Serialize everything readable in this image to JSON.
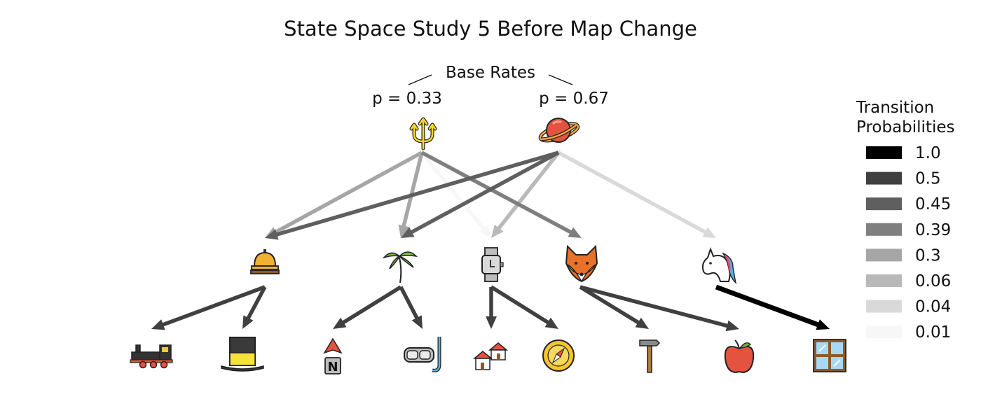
{
  "title": "State Space Study 5 Before Map Change",
  "base_rates": {
    "label": "Base Rates",
    "left_label": "p = 0.33",
    "right_label": "p = 0.67"
  },
  "legend": {
    "title_line1": "Transition",
    "title_line2": "Probabilities",
    "entries": [
      {
        "label": "1.0",
        "color": "#000000"
      },
      {
        "label": "0.5",
        "color": "#404040"
      },
      {
        "label": "0.45",
        "color": "#5f5f5f"
      },
      {
        "label": "0.39",
        "color": "#7f7f7f"
      },
      {
        "label": "0.3",
        "color": "#a6a6a6"
      },
      {
        "label": "0.06",
        "color": "#b9b9b9"
      },
      {
        "label": "0.04",
        "color": "#d9d9d9"
      },
      {
        "label": "0.01",
        "color": "#f7f7f7"
      }
    ]
  },
  "nodes": {
    "top": [
      {
        "id": "trident",
        "icon": "trident-icon"
      },
      {
        "id": "planet",
        "icon": "planet-icon"
      }
    ],
    "middle": [
      {
        "id": "bell",
        "icon": "service-bell-icon"
      },
      {
        "id": "palm",
        "icon": "palm-tree-icon"
      },
      {
        "id": "watch",
        "icon": "watch-icon"
      },
      {
        "id": "fox",
        "icon": "fox-icon"
      },
      {
        "id": "unicorn",
        "icon": "unicorn-icon"
      }
    ],
    "bottom": [
      {
        "id": "train",
        "icon": "locomotive-icon"
      },
      {
        "id": "hat",
        "icon": "top-hat-icon"
      },
      {
        "id": "north",
        "icon": "north-arrow-icon"
      },
      {
        "id": "snorkel",
        "icon": "diving-mask-icon"
      },
      {
        "id": "houses",
        "icon": "houses-icon"
      },
      {
        "id": "compass",
        "icon": "compass-icon"
      },
      {
        "id": "hammer",
        "icon": "hammer-icon"
      },
      {
        "id": "apple",
        "icon": "apple-icon"
      },
      {
        "id": "window",
        "icon": "window-icon"
      }
    ]
  },
  "edges": [
    {
      "from": "trident",
      "to": "bell",
      "p": "0.3"
    },
    {
      "from": "trident",
      "to": "palm",
      "p": "0.3"
    },
    {
      "from": "trident",
      "to": "watch",
      "p": "0.01"
    },
    {
      "from": "trident",
      "to": "fox",
      "p": "0.39"
    },
    {
      "from": "planet",
      "to": "bell",
      "p": "0.45"
    },
    {
      "from": "planet",
      "to": "palm",
      "p": "0.45"
    },
    {
      "from": "planet",
      "to": "watch",
      "p": "0.06"
    },
    {
      "from": "planet",
      "to": "unicorn",
      "p": "0.04"
    },
    {
      "from": "bell",
      "to": "train",
      "p": "0.5"
    },
    {
      "from": "bell",
      "to": "hat",
      "p": "0.5"
    },
    {
      "from": "palm",
      "to": "north",
      "p": "0.5"
    },
    {
      "from": "palm",
      "to": "snorkel",
      "p": "0.5"
    },
    {
      "from": "watch",
      "to": "houses",
      "p": "0.5"
    },
    {
      "from": "watch",
      "to": "compass",
      "p": "0.5"
    },
    {
      "from": "fox",
      "to": "hammer",
      "p": "0.5"
    },
    {
      "from": "fox",
      "to": "apple",
      "p": "0.5"
    },
    {
      "from": "unicorn",
      "to": "window",
      "p": "1.0"
    }
  ]
}
